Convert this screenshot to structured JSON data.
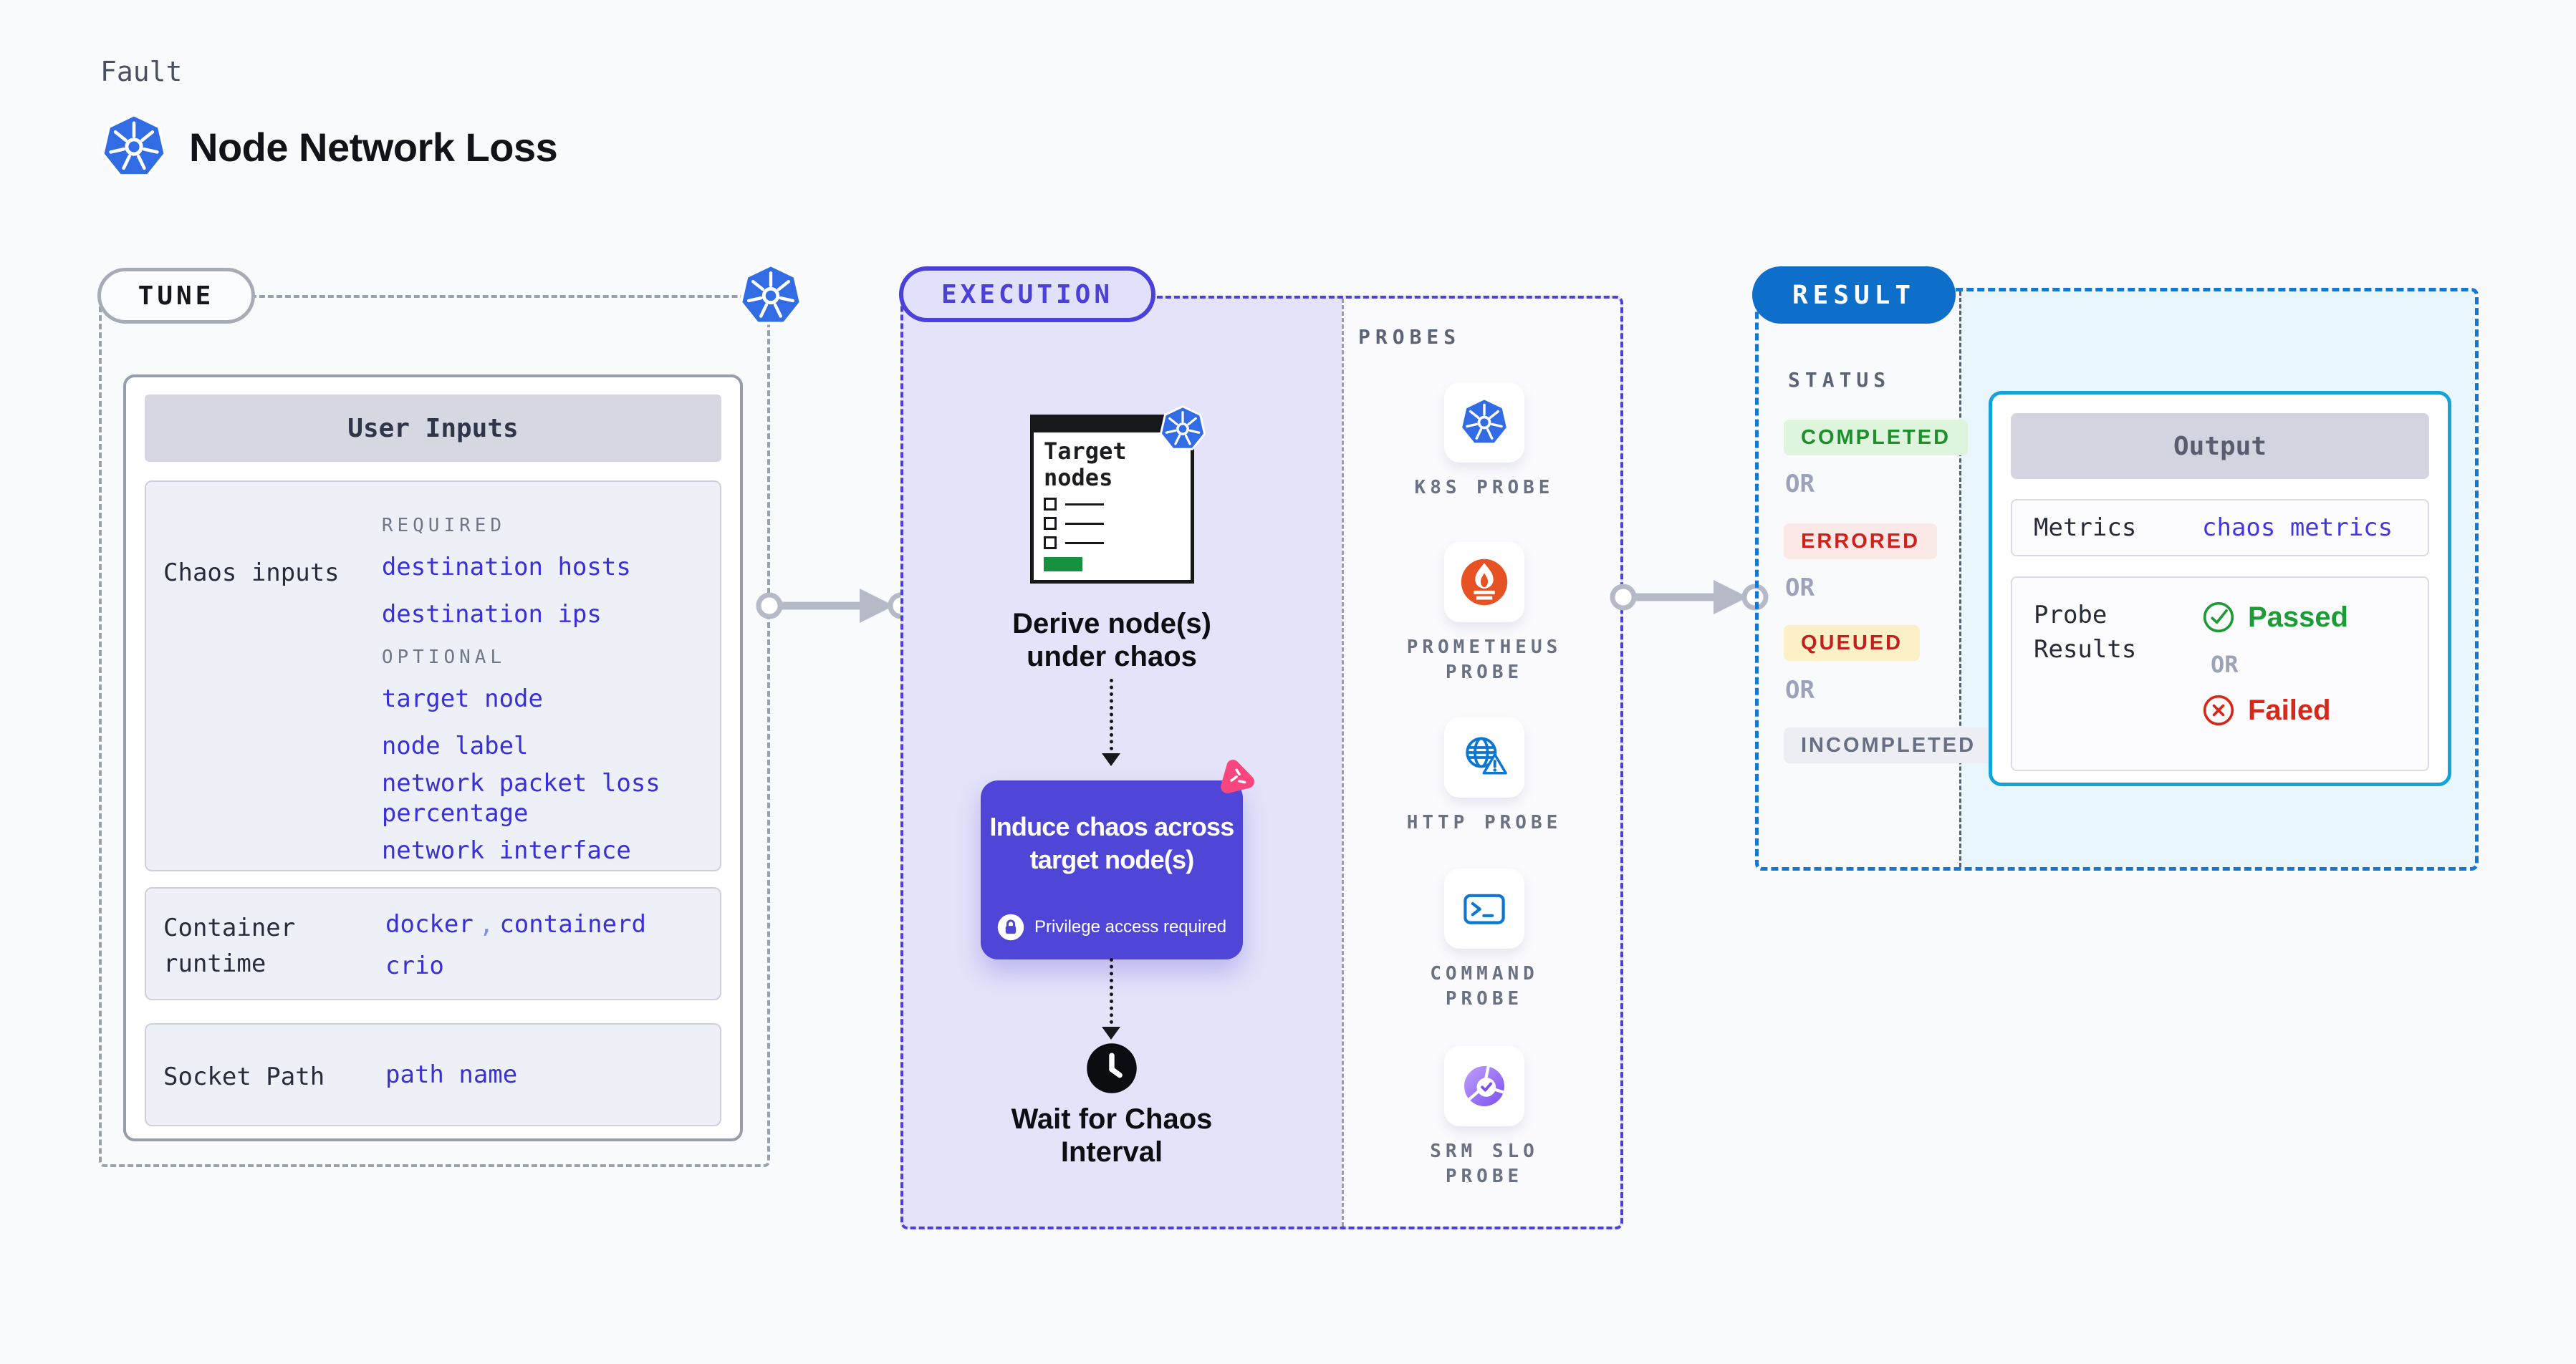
{
  "header": {
    "eyebrow": "Fault",
    "title": "Node Network Loss",
    "icon": "kubernetes-icon"
  },
  "tune": {
    "label": "TUNE",
    "corner_icon": "kubernetes-icon",
    "user_inputs": {
      "title": "User Inputs",
      "chaos_inputs": {
        "label": "Chaos inputs",
        "required_tag": "REQUIRED",
        "required": [
          "destination hosts",
          "destination ips"
        ],
        "optional_tag": "OPTIONAL",
        "optional": [
          "target node",
          "node label",
          "network packet loss percentage",
          "network interface"
        ]
      },
      "container_runtime": {
        "label": "Container runtime",
        "value_1": "docker",
        "separator": ",",
        "value_2": "containerd",
        "value_3": "crio"
      },
      "socket_path": {
        "label": "Socket Path",
        "value": "path name"
      }
    }
  },
  "execution": {
    "label": "EXECUTION",
    "target_box": {
      "title": "Target nodes",
      "icon": "kubernetes-icon"
    },
    "derive_label": "Derive node(s) under chaos",
    "induce_box": {
      "title": "Induce chaos across target node(s)",
      "note": "Privilege access required",
      "lock_icon": "lock-icon",
      "badge_icon": "litmus-chaos-icon"
    },
    "wait_label": "Wait for Chaos Interval",
    "wait_icon": "clock-icon"
  },
  "probes": {
    "label": "PROBES",
    "items": [
      {
        "name": "K8S PROBE",
        "icon": "kubernetes-icon"
      },
      {
        "name": "PROMETHEUS PROBE",
        "icon": "prometheus-icon"
      },
      {
        "name": "HTTP PROBE",
        "icon": "http-globe-warning-icon"
      },
      {
        "name": "COMMAND PROBE",
        "icon": "terminal-icon"
      },
      {
        "name": "SRM SLO PROBE",
        "icon": "slo-donut-check-icon"
      }
    ]
  },
  "result": {
    "label": "RESULT",
    "status": {
      "title": "STATUS",
      "or": "OR",
      "badges": [
        {
          "text": "COMPLETED",
          "type": "success"
        },
        {
          "text": "ERRORED",
          "type": "error"
        },
        {
          "text": "QUEUED",
          "type": "warning"
        },
        {
          "text": "INCOMPLETED",
          "type": "neutral"
        }
      ]
    },
    "output": {
      "title": "Output",
      "metrics_label": "Metrics",
      "metrics_value": "chaos metrics",
      "probe_results_label": "Probe Results",
      "passed": "Passed",
      "or": "OR",
      "failed": "Failed",
      "passed_icon": "check-circle-icon",
      "failed_icon": "x-circle-icon"
    }
  },
  "colors": {
    "page_background": "#f8fafc",
    "accent_indigo": "#4b40d9",
    "accent_blue": "#0d6fc9",
    "accent_cyan": "#15a2db",
    "mono_blue": "#3a30d8",
    "separator_blue": "#7b8ef2",
    "success_green": "#1d9b37",
    "error_red": "#d6281a",
    "queued_bg_yellow": "#fbf0c6",
    "purple_box": "#4f46d8",
    "litmus_pink": "#f9467f",
    "k8s_blue": "#326ce5",
    "prometheus_orange": "#e75225",
    "probe_icon_blue": "#0d76d0",
    "slo_purple": "#7b4ff0",
    "target_green": "#16913f",
    "arrow_gray": "#b6bac6"
  }
}
